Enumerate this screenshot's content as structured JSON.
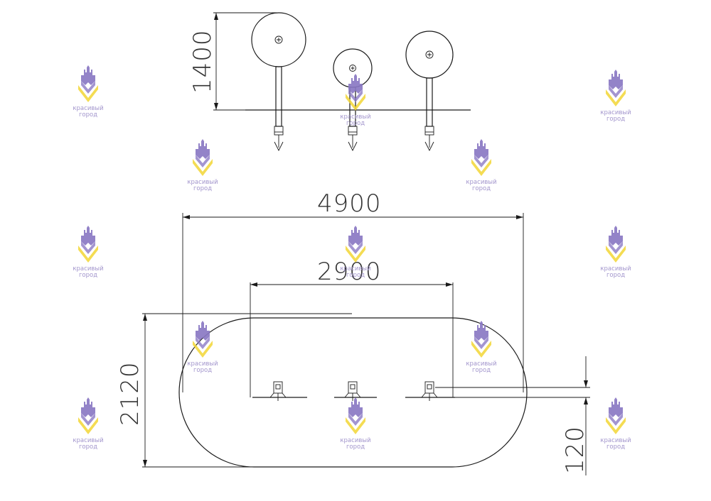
{
  "dimensions": {
    "post_height": "1400",
    "total_length": "4900",
    "inner_length": "2900",
    "total_width": "2120",
    "small_offset": "120"
  },
  "watermark": {
    "line1": "красивый",
    "line2": "город"
  },
  "colors": {
    "line": "#1a1a1a",
    "watermark_yellow": "#f2d73a",
    "watermark_purple": "#8a78c4"
  }
}
